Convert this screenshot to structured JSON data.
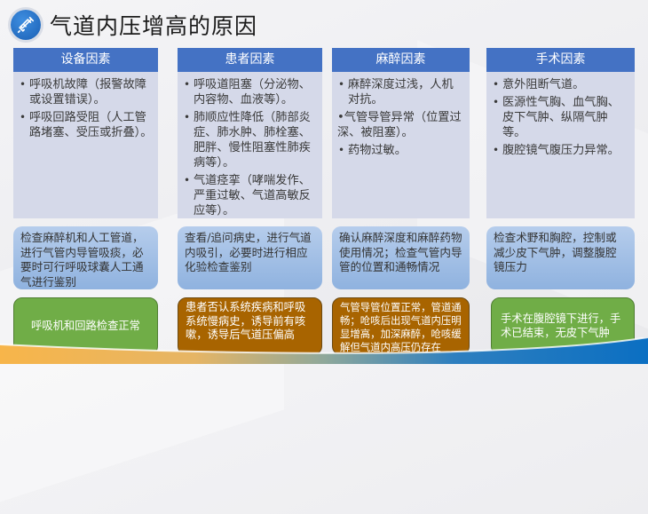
{
  "title": "气道内压增高的原因",
  "title_icon": "syringe-icon",
  "colors": {
    "header_blue": "#4472c4",
    "panel_lavender": "#d5d9e9",
    "action_blue": "#9dbce4",
    "result_green": "#70ad47",
    "result_brown": "#a86400",
    "band_orange": "#f7b54a",
    "band_blue": "#0b6fc2"
  },
  "columns": [
    {
      "header": "设备因素",
      "items": [
        "呼吸机故障（报警故障或设置错误）。",
        "呼吸回路受阻（人工管路堵塞、受压或折叠）。"
      ],
      "action": "检查麻醉机和人工管道，进行气管内导管吸痰，必要时可行呼吸球囊人工通气进行鉴别",
      "result": "呼吸机和回路检查正常",
      "result_color": "green"
    },
    {
      "header": "患者因素",
      "items": [
        "呼吸道阻塞（分泌物、内容物、血液等）。",
        "肺顺应性降低（肺部炎症、肺水肿、肺栓塞、肥胖、慢性阻塞性肺疾病等）。",
        "气道痉挛（哮喘发作、严重过敏、气道高敏反应等）。"
      ],
      "action": "查看/追问病史，进行气道内吸引，必要时进行相应化验检查鉴别",
      "result": "患者否认系统疾病和呼吸系统慢病史，诱导前有咳嗽，诱导后气道压偏高",
      "result_color": "brown"
    },
    {
      "header": "麻醉因素",
      "items": [
        "麻醉深度过浅，人机对抗。",
        "•气管导管异常（位置过深、被阻塞）。",
        "药物过敏。"
      ],
      "action": "确认麻醉深度和麻醉药物使用情况；检查气管内导管的位置和通畅情况",
      "result": "气管导管位置正常，管道通畅；呛咳后出现气道内压明显增高，加深麻醉，呛咳缓解但气道内高压仍存在",
      "result_color": "brown"
    },
    {
      "header": "手术因素",
      "items": [
        "意外阻断气道。",
        "医源性气胸、血气胸、皮下气肿、纵隔气肿等。",
        "腹腔镜气腹压力异常。"
      ],
      "action": "检查术野和胸腔，控制或减少皮下气肿，调整腹腔镜压力",
      "result": "手术在腹腔镜下进行，手术已结束，无皮下气肿",
      "result_color": "green"
    }
  ]
}
